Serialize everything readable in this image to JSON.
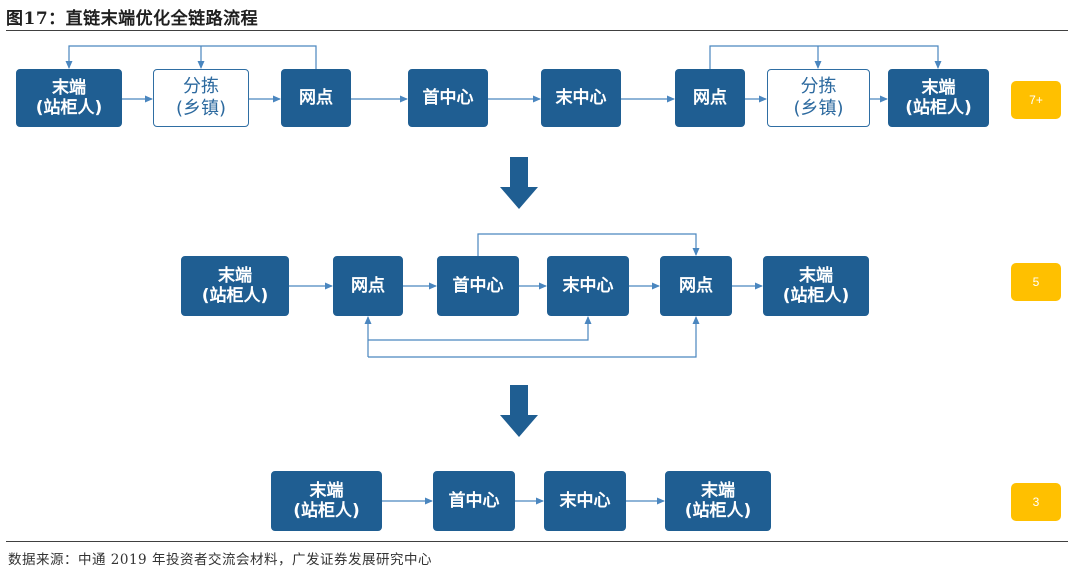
{
  "title": "图17：直链末端优化全链路流程",
  "source": "数据来源：中通 2019 年投资者交流会材料，广发证券发展研究中心",
  "colors": {
    "node_fill": "#1f5e92",
    "node_outline": "#2f6ea3",
    "connector": "#4a86bf",
    "down_arrow": "#1f5e92",
    "badge": "#ffc000"
  },
  "rows": [
    {
      "badge": "7+",
      "nodes": [
        {
          "id": "r1-end-a",
          "label": "末端\n(站柜人)",
          "style": "filled"
        },
        {
          "id": "r1-split-a",
          "label": "分拣\n(乡镇)",
          "style": "outline"
        },
        {
          "id": "r1-outlet-a",
          "label": "网点",
          "style": "filled"
        },
        {
          "id": "r1-first-hub",
          "label": "首中心",
          "style": "filled"
        },
        {
          "id": "r1-last-hub",
          "label": "末中心",
          "style": "filled"
        },
        {
          "id": "r1-outlet-b",
          "label": "网点",
          "style": "filled"
        },
        {
          "id": "r1-split-b",
          "label": "分拣\n(乡镇)",
          "style": "outline"
        },
        {
          "id": "r1-end-b",
          "label": "末端\n(站柜人)",
          "style": "filled"
        }
      ]
    },
    {
      "badge": "5",
      "nodes": [
        {
          "id": "r2-end-a",
          "label": "末端\n(站柜人)",
          "style": "filled"
        },
        {
          "id": "r2-outlet-a",
          "label": "网点",
          "style": "filled"
        },
        {
          "id": "r2-first-hub",
          "label": "首中心",
          "style": "filled"
        },
        {
          "id": "r2-last-hub",
          "label": "末中心",
          "style": "filled"
        },
        {
          "id": "r2-outlet-b",
          "label": "网点",
          "style": "filled"
        },
        {
          "id": "r2-end-b",
          "label": "末端\n(站柜人)",
          "style": "filled"
        }
      ]
    },
    {
      "badge": "3",
      "nodes": [
        {
          "id": "r3-end-a",
          "label": "末端\n(站柜人)",
          "style": "filled"
        },
        {
          "id": "r3-first-hub",
          "label": "首中心",
          "style": "filled"
        },
        {
          "id": "r3-last-hub",
          "label": "末中心",
          "style": "filled"
        },
        {
          "id": "r3-end-b",
          "label": "末端\n(站柜人)",
          "style": "filled"
        }
      ]
    }
  ]
}
